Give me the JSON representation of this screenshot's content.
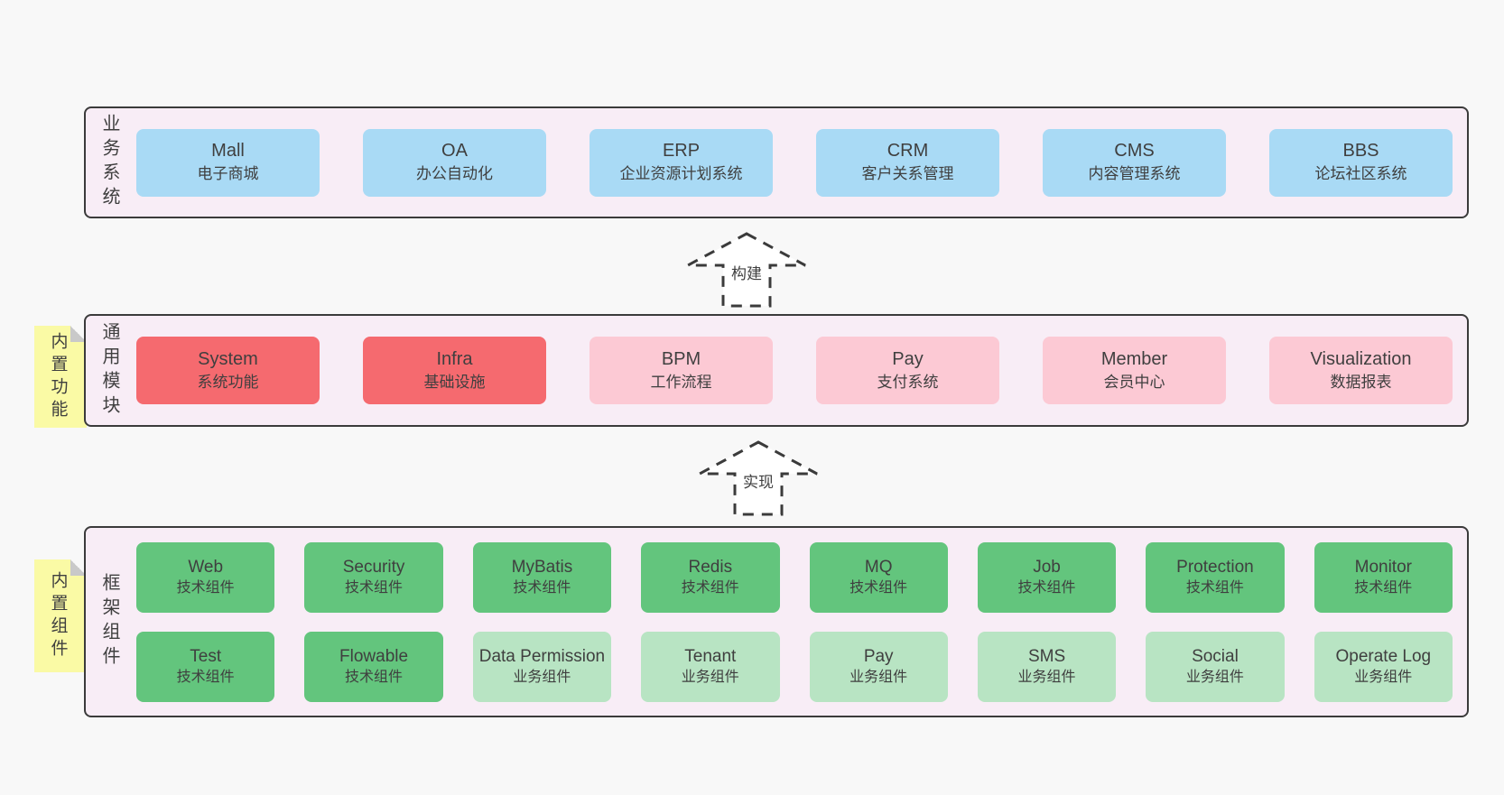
{
  "colors": {
    "pageBg": "#f8f8f8",
    "bandBg": "#f8edf6",
    "border": "#3b3b3b",
    "text": "#3f3f3f",
    "blue": "#a9daf5",
    "red": "#f56a6f",
    "pink": "#fcc9d4",
    "green": "#63c57d",
    "lightgreen": "#b8e4c3",
    "sticky": "#fafaa5",
    "fold": "#c9c9c9"
  },
  "arrows": [
    {
      "label": "构建"
    },
    {
      "label": "实现"
    }
  ],
  "bands": [
    {
      "label": "业务系统",
      "boxes": [
        {
          "name": "Mall",
          "desc": "电子商城"
        },
        {
          "name": "OA",
          "desc": "办公自动化"
        },
        {
          "name": "ERP",
          "desc": "企业资源计划系统"
        },
        {
          "name": "CRM",
          "desc": "客户关系管理"
        },
        {
          "name": "CMS",
          "desc": "内容管理系统"
        },
        {
          "name": "BBS",
          "desc": "论坛社区系统"
        }
      ]
    },
    {
      "sticky": "内置功能",
      "label": "通用模块",
      "boxes": [
        {
          "name": "System",
          "desc": "系统功能"
        },
        {
          "name": "Infra",
          "desc": "基础设施"
        },
        {
          "name": "BPM",
          "desc": "工作流程"
        },
        {
          "name": "Pay",
          "desc": "支付系统"
        },
        {
          "name": "Member",
          "desc": "会员中心"
        },
        {
          "name": "Visualization",
          "desc": "数据报表"
        }
      ]
    },
    {
      "sticky": "内置组件",
      "label": "框架组件",
      "rows": [
        [
          {
            "name": "Web",
            "desc": "技术组件"
          },
          {
            "name": "Security",
            "desc": "技术组件"
          },
          {
            "name": "MyBatis",
            "desc": "技术组件"
          },
          {
            "name": "Redis",
            "desc": "技术组件"
          },
          {
            "name": "MQ",
            "desc": "技术组件"
          },
          {
            "name": "Job",
            "desc": "技术组件"
          },
          {
            "name": "Protection",
            "desc": "技术组件"
          },
          {
            "name": "Monitor",
            "desc": "技术组件"
          }
        ],
        [
          {
            "name": "Test",
            "desc": "技术组件"
          },
          {
            "name": "Flowable",
            "desc": "技术组件"
          },
          {
            "name": "Data Permission",
            "desc": "业务组件"
          },
          {
            "name": "Tenant",
            "desc": "业务组件"
          },
          {
            "name": "Pay",
            "desc": "业务组件"
          },
          {
            "name": "SMS",
            "desc": "业务组件"
          },
          {
            "name": "Social",
            "desc": "业务组件"
          },
          {
            "name": "Operate Log",
            "desc": "业务组件"
          }
        ]
      ]
    }
  ]
}
